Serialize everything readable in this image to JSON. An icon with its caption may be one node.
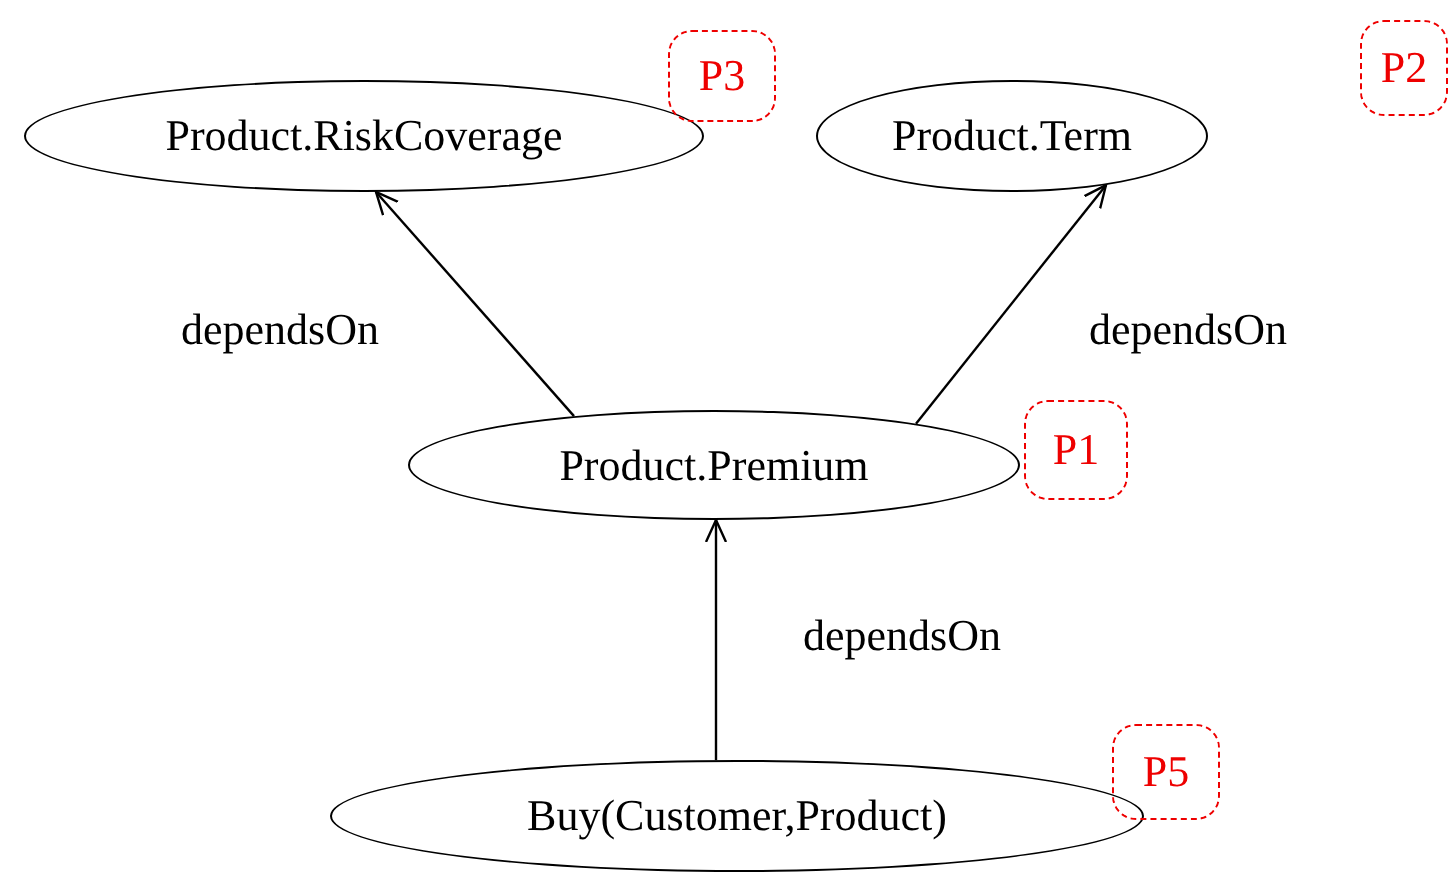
{
  "diagram": {
    "nodes": [
      {
        "text": [
          "Product.RiskCoverage"
        ],
        "beside": [
          "P3"
        ]
      },
      {
        "text": [
          "Product.Term"
        ],
        "beside": [
          "P2"
        ]
      },
      {
        "text": [
          "Product.Premium"
        ],
        "beside": [
          "P1"
        ]
      },
      {
        "text": [
          "Buy(Customer,Product)"
        ],
        "beside": [
          "P5"
        ]
      }
    ],
    "edges": [
      {
        "from": 2,
        "to": 0,
        "arrow": "to",
        "label": "dependsOn"
      },
      {
        "from": 2,
        "to": 1,
        "arrow": "to",
        "label": "dependsOn"
      },
      {
        "from": 3,
        "to": 2,
        "arrow": "to",
        "label": "dependsOn"
      }
    ]
  }
}
